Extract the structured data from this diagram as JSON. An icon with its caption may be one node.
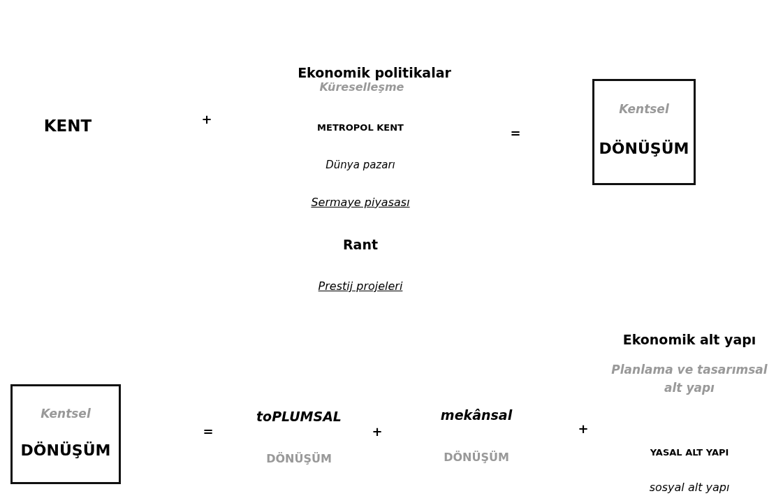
{
  "diagram": {
    "nodes": [
      {
        "text": [
          "Kentsel",
          "DÖNÜŞÜM"
        ]
      },
      {
        "text": [
          "Kentsel",
          "DÖNÜŞÜM"
        ]
      }
    ],
    "labels": [
      "Ekonomik politikalar",
      "Küreselleşme",
      "KENT",
      "+",
      "METROPOL KENT",
      "=",
      "Dünya pazarı",
      "Sermaye piyasası",
      "Rant",
      "Prestij projeleri",
      "Ekonomik alt yapı",
      "Planlama ve tasarımsal alt yapı",
      "mekânsal",
      "toPLUMSAL",
      "=",
      "+",
      "+",
      "DÖNÜŞÜM",
      "DÖNÜŞÜM",
      "YASAL ALT YAPI",
      "sosyal alt yapı"
    ]
  }
}
